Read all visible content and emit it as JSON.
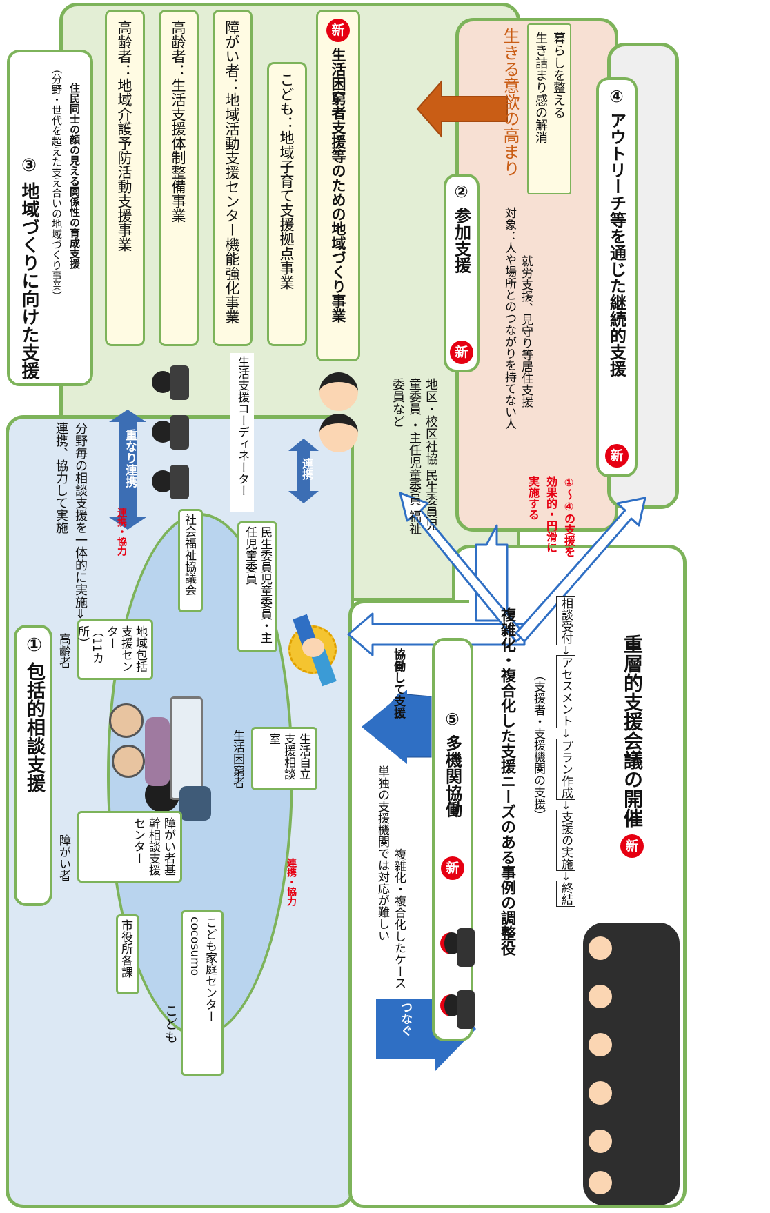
{
  "new_label": "新",
  "s1": {
    "title": "① 包括的相談支援",
    "desc": "分野毎の相談支援を一体的に実施⇒連携、協力して実施"
  },
  "s1_groups": {
    "elderly": {
      "label": "高齢者",
      "box": "地域包括支援センター（11カ所）"
    },
    "disability": {
      "label": "障がい者",
      "box": "障がい者基幹相談支援センター"
    },
    "poverty": {
      "label": "生活困窮者",
      "box": "生活自立支援相談室"
    },
    "children": {
      "label": "こども",
      "box": "こども家庭センター cocosumo"
    },
    "city": "市役所各課",
    "council": "社会福祉協議会",
    "welfare": "民生委員児童委員・主任児童委員",
    "renkei_top": "連携・協力",
    "renkei_bottom": "連携・協力"
  },
  "s3": {
    "title": "③ 地域づくりに向けた支援",
    "sub1": "（分野・世代を超えた支え合いの地域づくり事業）",
    "sub2": "住民同士の顔の見える関係性の育成支援",
    "items": [
      "高齢者：地域介護予防活動支援事業",
      "高齢者：生活支援体制整備事業",
      "障がい者：地域活動支援センター機能強化事業",
      "こども：地域子育て支援拠点事業",
      "生活困窮者支援等のための地域づくり事業"
    ]
  },
  "center": {
    "kasanari": "重なり連携",
    "coordinator": "生活支援コーディネーター",
    "renkei": "連携",
    "community": "地区・校区社協 民生委員児童委員 ・主任児童委員 福祉委員など"
  },
  "s2": {
    "title": "② 参加支援",
    "target": "対象：人や場所とのつながりを持てない人",
    "detail": "就労支援、見守り等居住支援",
    "motivation": "生きる意欲の高まり",
    "box1": "暮らしを整える",
    "box2": "生き詰まり感の解消"
  },
  "s4": {
    "title": "④ アウトリーチ等を通じた継続的支援"
  },
  "note": {
    "line1": "①～④の支援を",
    "line2": "効果的・円滑に",
    "line3": "実施する"
  },
  "s5": {
    "title": "⑤ 多機関協働",
    "arrow_label": "協働して支援",
    "cases1": "単独の支援機関では対応が難しい",
    "cases2": "複雑化・複合化したケース",
    "tsunagu": "つなぐ",
    "coordinator": "複雑化・複合化した支援ニーズのある事例の調整役",
    "support": "（支援者・支援機関の支援）",
    "flow": [
      "相談受付",
      "アセスメント",
      "プラン作成",
      "支援の実施",
      "終結"
    ],
    "flow_arrow": "→",
    "meeting": "重層的支援会議の開催"
  },
  "colors": {
    "frame": "#7db35a",
    "green_panel": "#e3eed5",
    "blue_panel": "#dce8f4",
    "pink_panel": "#f7e0d3",
    "arrow_blue": "#2f6fc4",
    "arrow_orange": "#c95d15",
    "badge_red": "#e60012"
  }
}
